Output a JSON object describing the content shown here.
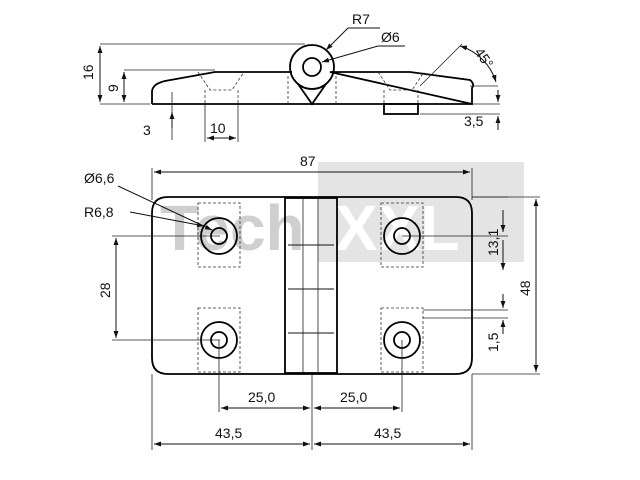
{
  "watermark": {
    "text_left": "Tech",
    "text_right": "XXL"
  },
  "side_view": {
    "radius": "R7",
    "pin_diameter": "Ø6",
    "angle": "45°",
    "height_total": "16",
    "height_leaf": "9",
    "countersink_offset": "3",
    "countersink_width": "10",
    "boss_height": "3,5"
  },
  "top_view": {
    "overall_width": "87",
    "hole_diameter": "Ø6,6",
    "boss_radius": "R6,8",
    "hole_spacing_vertical": "28",
    "top_offset": "13,1",
    "overall_height": "48",
    "bottom_offset": "1,5",
    "hole_to_center_left": "25,0",
    "hole_to_center_right": "25,0",
    "half_width_left": "43,5",
    "half_width_right": "43,5"
  }
}
